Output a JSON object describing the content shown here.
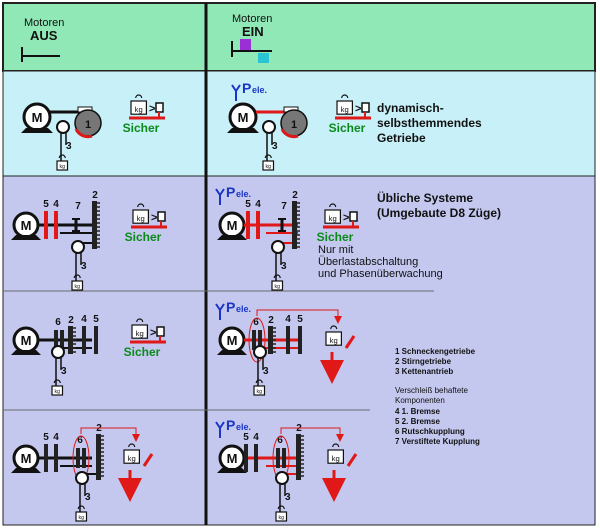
{
  "header": {
    "left_title": "Motoren",
    "left_state": "AUS",
    "right_title": "Motoren",
    "right_state": "EIN",
    "colors": {
      "purple": "#9b2fd6",
      "cyan": "#29c3d3",
      "header_bg": "#8fe8b6"
    }
  },
  "labels": {
    "motor": "M",
    "kg": "kg",
    "sicher": "Sicher",
    "pele_main": "P",
    "pele_sub": "ele."
  },
  "numbers": {
    "n1": "1",
    "n2": "2",
    "n3": "3",
    "n4": "4",
    "n5": "5",
    "n6": "6",
    "n7": "7"
  },
  "row1": {
    "description": [
      "dynamisch-",
      "selbsthemmendes",
      "Getriebe"
    ]
  },
  "row2": {
    "title": [
      "Übliche Systeme",
      "(Umgebaute D8 Züge)"
    ],
    "note": [
      "Nur mit",
      "Überlastabschaltung",
      "und Phasenüberwachung"
    ]
  },
  "legend": {
    "items": [
      "1 Schneckengetriebe",
      "2 Stirngetriebe",
      "3 Kettenantrieb"
    ],
    "wear_heading": [
      "Verschleiß behaftete",
      "Komponenten"
    ],
    "wear_items": [
      "4 1. Bremse",
      "5 2. Bremse",
      "6 Rutschkupplung",
      "7 Verstiftete Kupplung"
    ]
  },
  "colors": {
    "green_text": "#0a8a1a",
    "blue_text": "#1a35c8",
    "red": "#e01818",
    "row1_bg": "#c8f0f8",
    "rows_bg": "#c4c8ee"
  }
}
